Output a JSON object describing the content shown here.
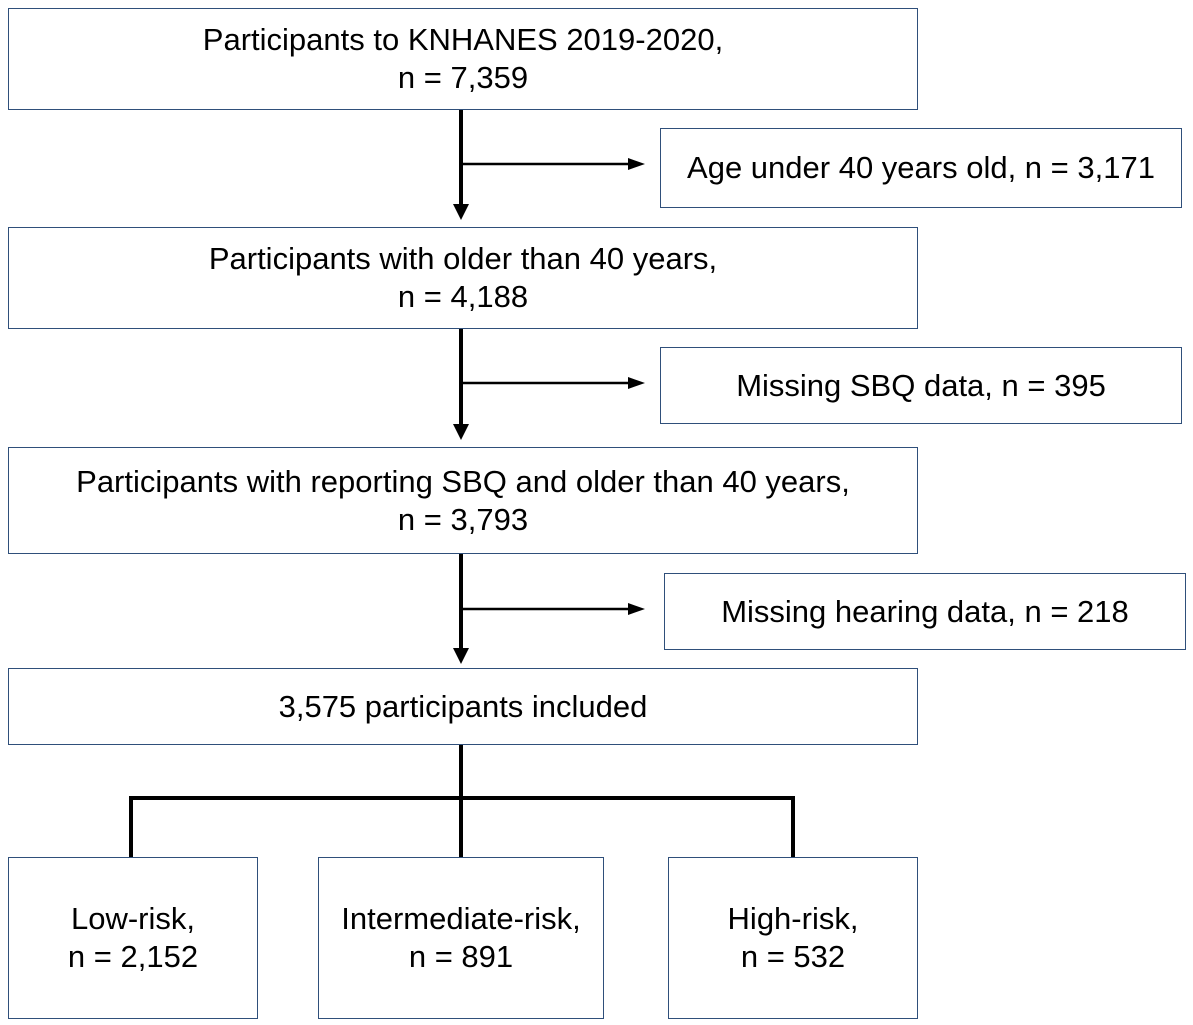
{
  "flowchart": {
    "start": {
      "line1": "Participants to KNHANES 2019-2020,",
      "line2": "n = 7,359"
    },
    "age40": {
      "line1": "Participants with older than 40 years,",
      "line2": "n = 4,188"
    },
    "sbq": {
      "line1": "Participants with reporting SBQ and older than 40 years,",
      "line2": "n = 3,793"
    },
    "included": {
      "line1": "3,575 participants included"
    },
    "exclusions": {
      "age": "Age under 40 years old, n = 3,171",
      "sbq": "Missing SBQ data, n = 395",
      "hearing": "Missing hearing data, n = 218"
    },
    "groups": {
      "low": {
        "line1": "Low-risk,",
        "line2": "n = 2,152"
      },
      "intermediate": {
        "line1": "Intermediate-risk,",
        "line2": "n = 891"
      },
      "high": {
        "line1": "High-risk,",
        "line2": "n = 532"
      }
    }
  },
  "colors": {
    "box_border": "#2f4f7a",
    "connector": "#000000",
    "text": "#000000"
  }
}
